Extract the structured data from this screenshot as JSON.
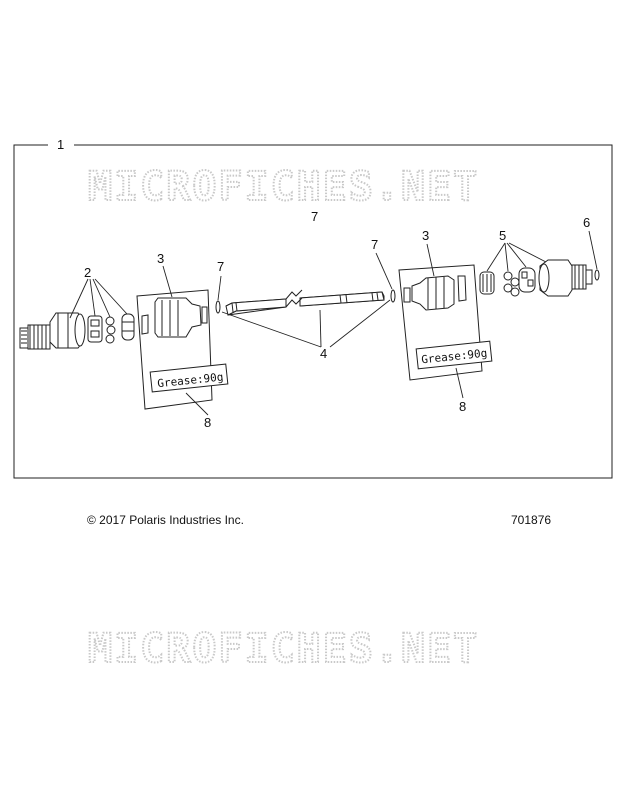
{
  "watermark": "MICROFICHES.NET",
  "callouts": {
    "c1": "1",
    "c2": "2",
    "c3a": "3",
    "c3b": "3",
    "c4": "4",
    "c5": "5",
    "c6": "6",
    "c7top": "7",
    "c7a": "7",
    "c7b": "7",
    "c8a": "8",
    "c8b": "8"
  },
  "grease_left": "Grease:90g",
  "grease_right": "Grease:90g",
  "footer": {
    "copyright": "© 2017 Polaris Industries Inc.",
    "part_number": "701876"
  }
}
